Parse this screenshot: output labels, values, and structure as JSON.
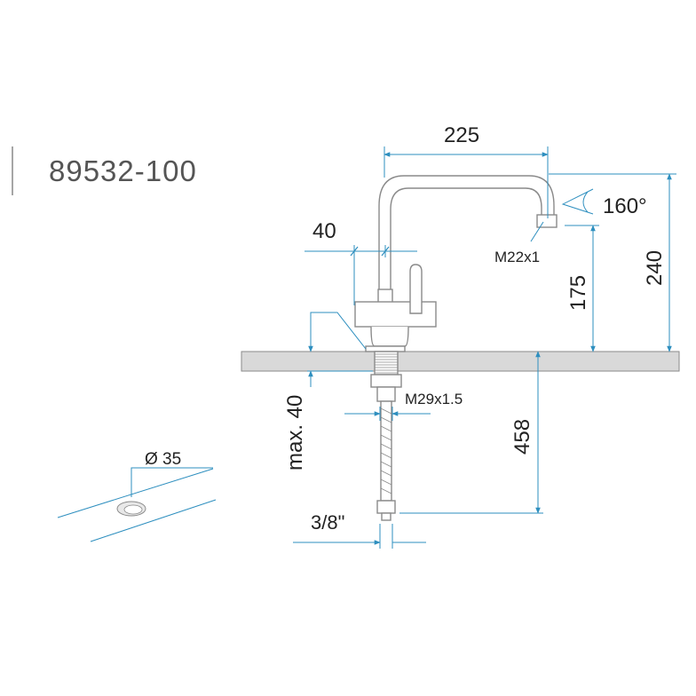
{
  "product_code": "89532-100",
  "dimensions": {
    "spout_reach": "225",
    "base_width": "40",
    "swivel_angle": "160°",
    "aerator_thread": "M22x1",
    "spout_height": "175",
    "total_height": "240",
    "max_counter_thickness": "max. 40",
    "mounting_thread": "M29x1.5",
    "hose_length": "458",
    "hose_connection": "3/8\"",
    "hole_diameter": "Ø 35"
  },
  "colors": {
    "outline": "#8a8a8a",
    "dimension": "#2e8fbf",
    "countertop_fill": "#d9d9d9",
    "text": "#222222"
  }
}
